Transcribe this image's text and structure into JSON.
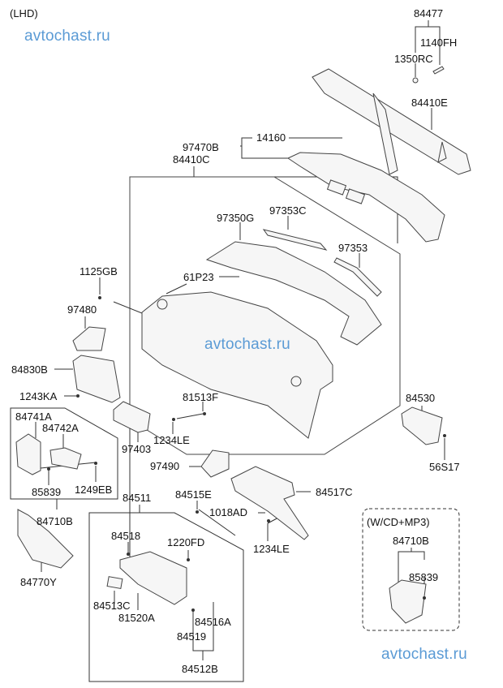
{
  "diagram": {
    "drive_note": "(LHD)",
    "option_note": "(W/CD+MP3)",
    "watermark": "avtochast.ru",
    "colors": {
      "line": "#333333",
      "part_fill": "#f4f4f4",
      "watermark": "#5b9bd5"
    },
    "parts": {
      "p84477": "84477",
      "p1140FH": "1140FH",
      "p1350RC": "1350RC",
      "p84410E": "84410E",
      "p14160": "14160",
      "p97470B": "97470B",
      "p84410C": "84410C",
      "p97350G": "97350G",
      "p97353C": "97353C",
      "p97353": "97353",
      "p1125GB": "1125GB",
      "p61P23": "61P23",
      "p97480": "97480",
      "p84830B": "84830B",
      "p1243KA": "1243KA",
      "p81513F": "81513F",
      "p84741A": "84741A",
      "p84742A": "84742A",
      "p97403": "97403",
      "p1234LE_a": "1234LE",
      "p84530": "84530",
      "p97490": "97490",
      "p56S17": "56S17",
      "p85839_a": "85839",
      "p1249EB": "1249EB",
      "p84710B_a": "84710B",
      "p84511": "84511",
      "p84515E": "84515E",
      "p84517C": "84517C",
      "p1018AD": "1018AD",
      "p1234LE_b": "1234LE",
      "p84518": "84518",
      "p1220FD": "1220FD",
      "p84770Y": "84770Y",
      "p84513C": "84513C",
      "p81520A": "81520A",
      "p84516A": "84516A",
      "p84519": "84519",
      "p84512B": "84512B",
      "p84710B_b": "84710B",
      "p85839_b": "85839"
    }
  }
}
